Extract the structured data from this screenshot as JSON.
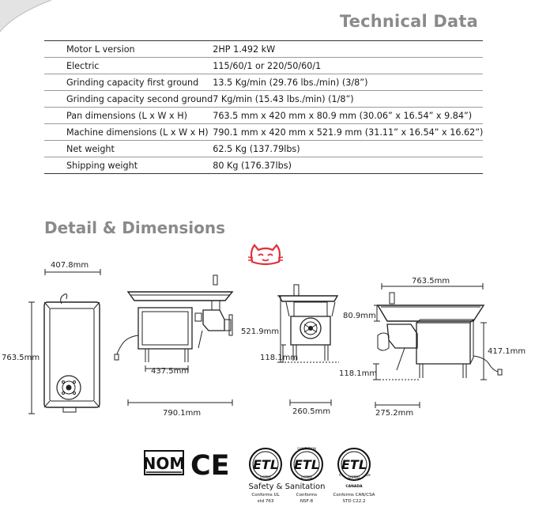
{
  "technical_data": {
    "title": "Technical Data",
    "rows": [
      {
        "label": "Motor L version",
        "value": "2HP 1.492 kW"
      },
      {
        "label": "Electric",
        "value": "115/60/1 or 220/50/60/1"
      },
      {
        "label": "Grinding capacity first ground",
        "value": "13.5 Kg/min (29.76 lbs./min) (3/8”)"
      },
      {
        "label": "Grinding capacity second ground",
        "value": "7 Kg/min (15.43 lbs./min) (1/8”)"
      },
      {
        "label": "Pan dimensions (L x W x H)",
        "value": "763.5 mm x 420 mm x 80.9 mm (30.06” x 16.54” x 9.84”)"
      },
      {
        "label": "Machine dimensions (L x W x H)",
        "value": "790.1 mm x 420 mm x 521.9 mm (31.11” x 16.54” x 16.62”)"
      },
      {
        "label": "Net weight",
        "value": "62.5 Kg (137.79lbs)"
      },
      {
        "label": "Shipping weight",
        "value": "80 Kg (176.37lbs)"
      }
    ]
  },
  "detail": {
    "title": "Detail & Dimensions",
    "dims": {
      "top_width": "407.8mm",
      "top_length": "763.5mm",
      "side_length": "790.1mm",
      "side_base": "437.5mm",
      "front_height": "521.9mm",
      "front_base_height": "118.1mm",
      "front_width": "260.5mm",
      "iso_pan_length": "763.5mm",
      "iso_pan_height": "80.9mm",
      "iso_height": "417.1mm",
      "iso_base_height": "118.1mm",
      "iso_base_length": "275.2mm"
    }
  },
  "certifications": {
    "nom": "NOM",
    "ce": "CE",
    "etl": "ETL",
    "listed": "LISTED",
    "sanitation": "SANITATION",
    "safety_caption": "Safety & Sanitation",
    "ul_conforms": "Conforms UL",
    "ul_std": "std 763",
    "nsf_conforms": "Conforms",
    "nsf_std": "NSF-8",
    "canada": "CANADA",
    "csa_conforms": "Conforms CAN/CSA",
    "csa_std": "STD C22.2"
  },
  "colors": {
    "heading_gray": "#8a8a8a",
    "logo_red": "#e0313b"
  }
}
